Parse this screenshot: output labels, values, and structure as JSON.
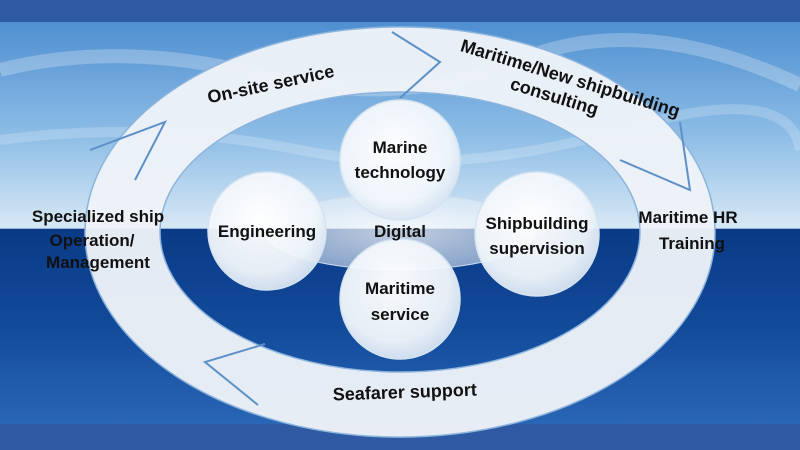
{
  "colors": {
    "frame": "#2f5aa3",
    "sky_top": "#5f9ed8",
    "horizon": "#d8e8f5",
    "sea": "#0d3f8c",
    "ring": "#eef3f8",
    "ring_edge": "#7fa9d6",
    "text": "#111111"
  },
  "cycle": {
    "top_left": "On-site service",
    "top_right": [
      "Maritime/New shipbuilding",
      "consulting"
    ],
    "left": [
      "Specialized ship",
      "Operation/",
      "Management"
    ],
    "right": [
      "Maritime HR",
      "Training"
    ],
    "bottom": "Seafarer support"
  },
  "core": {
    "center": "Digital",
    "top": [
      "Marine",
      "technology"
    ],
    "left": "Engineering",
    "right": [
      "Shipbuilding",
      "supervision"
    ],
    "bottom": [
      "Maritime",
      "service"
    ]
  }
}
